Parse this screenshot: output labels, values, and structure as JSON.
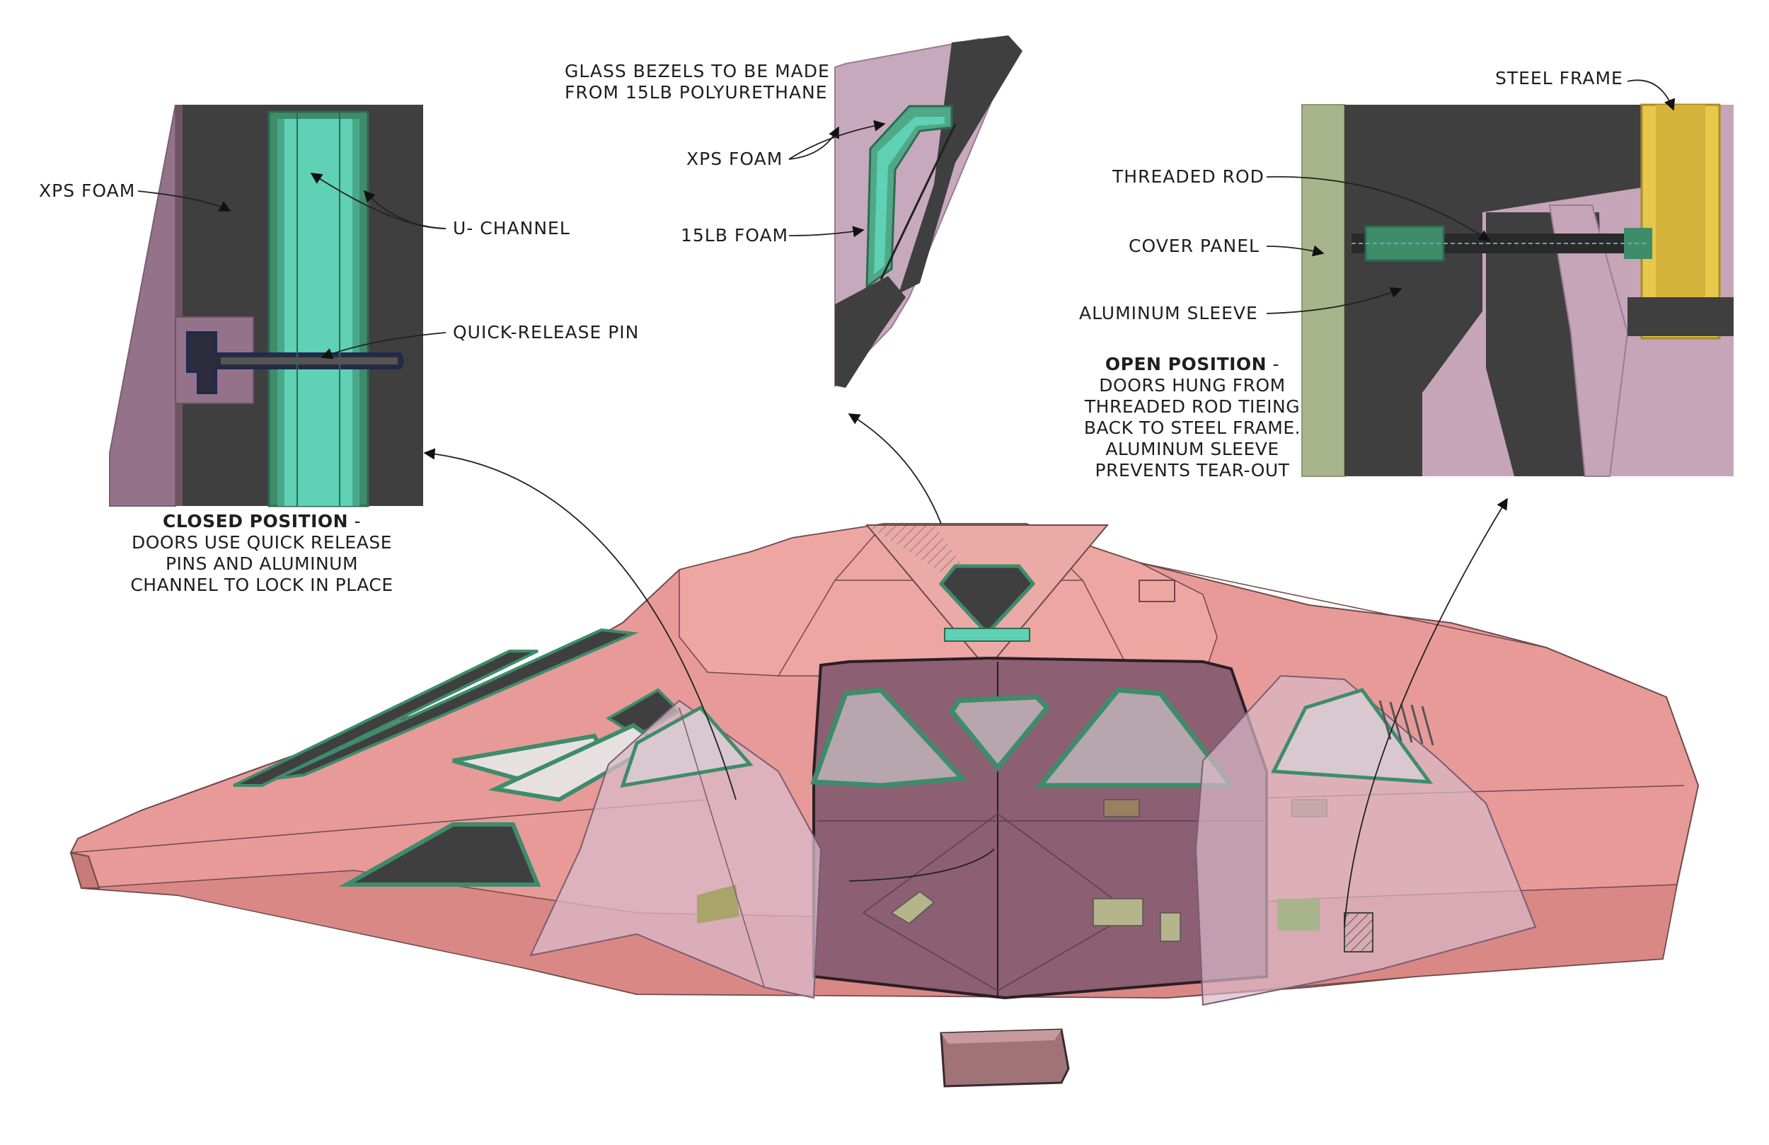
{
  "callouts": {
    "closed_panel": {
      "xps_foam": "XPS FOAM",
      "u_channel": "U- CHANNEL",
      "quick_release_pin": "QUICK-RELEASE PIN"
    },
    "bezel_panel": {
      "glass_bezels_line1": "GLASS BEZELS TO BE MADE",
      "glass_bezels_line2": "FROM 15LB POLYURETHANE",
      "xps_foam": "XPS FOAM",
      "foam_15lb": "15LB FOAM"
    },
    "open_panel": {
      "steel_frame": "STEEL FRAME",
      "threaded_rod": "THREADED ROD",
      "cover_panel": "COVER PANEL",
      "aluminum_sleeve": "ALUMINUM SLEEVE"
    }
  },
  "notes": {
    "closed": {
      "heading": "CLOSED POSITION",
      "heading_suffix": " -",
      "lines": [
        "DOORS USE QUICK RELEASE",
        "PINS AND ALUMINUM",
        "CHANNEL TO LOCK IN PLACE"
      ]
    },
    "open": {
      "heading": "OPEN POSITION",
      "heading_suffix": " -",
      "lines": [
        "DOORS HUNG FROM",
        "THREADED ROD TIEING",
        "BACK TO STEEL FRAME.",
        "ALUMINUM SLEEVE",
        "PREVENTS TEAR-OUT"
      ]
    }
  },
  "colors": {
    "hull_pink": "#e89a98",
    "door_mauve": "#8c5f72",
    "glass_teal": "#5fd1b5",
    "frame_green": "#3f8f6a",
    "dark_gray": "#3c3c3c",
    "steel_yellow": "#e7c84a",
    "cover_green": "#a9b78e"
  }
}
